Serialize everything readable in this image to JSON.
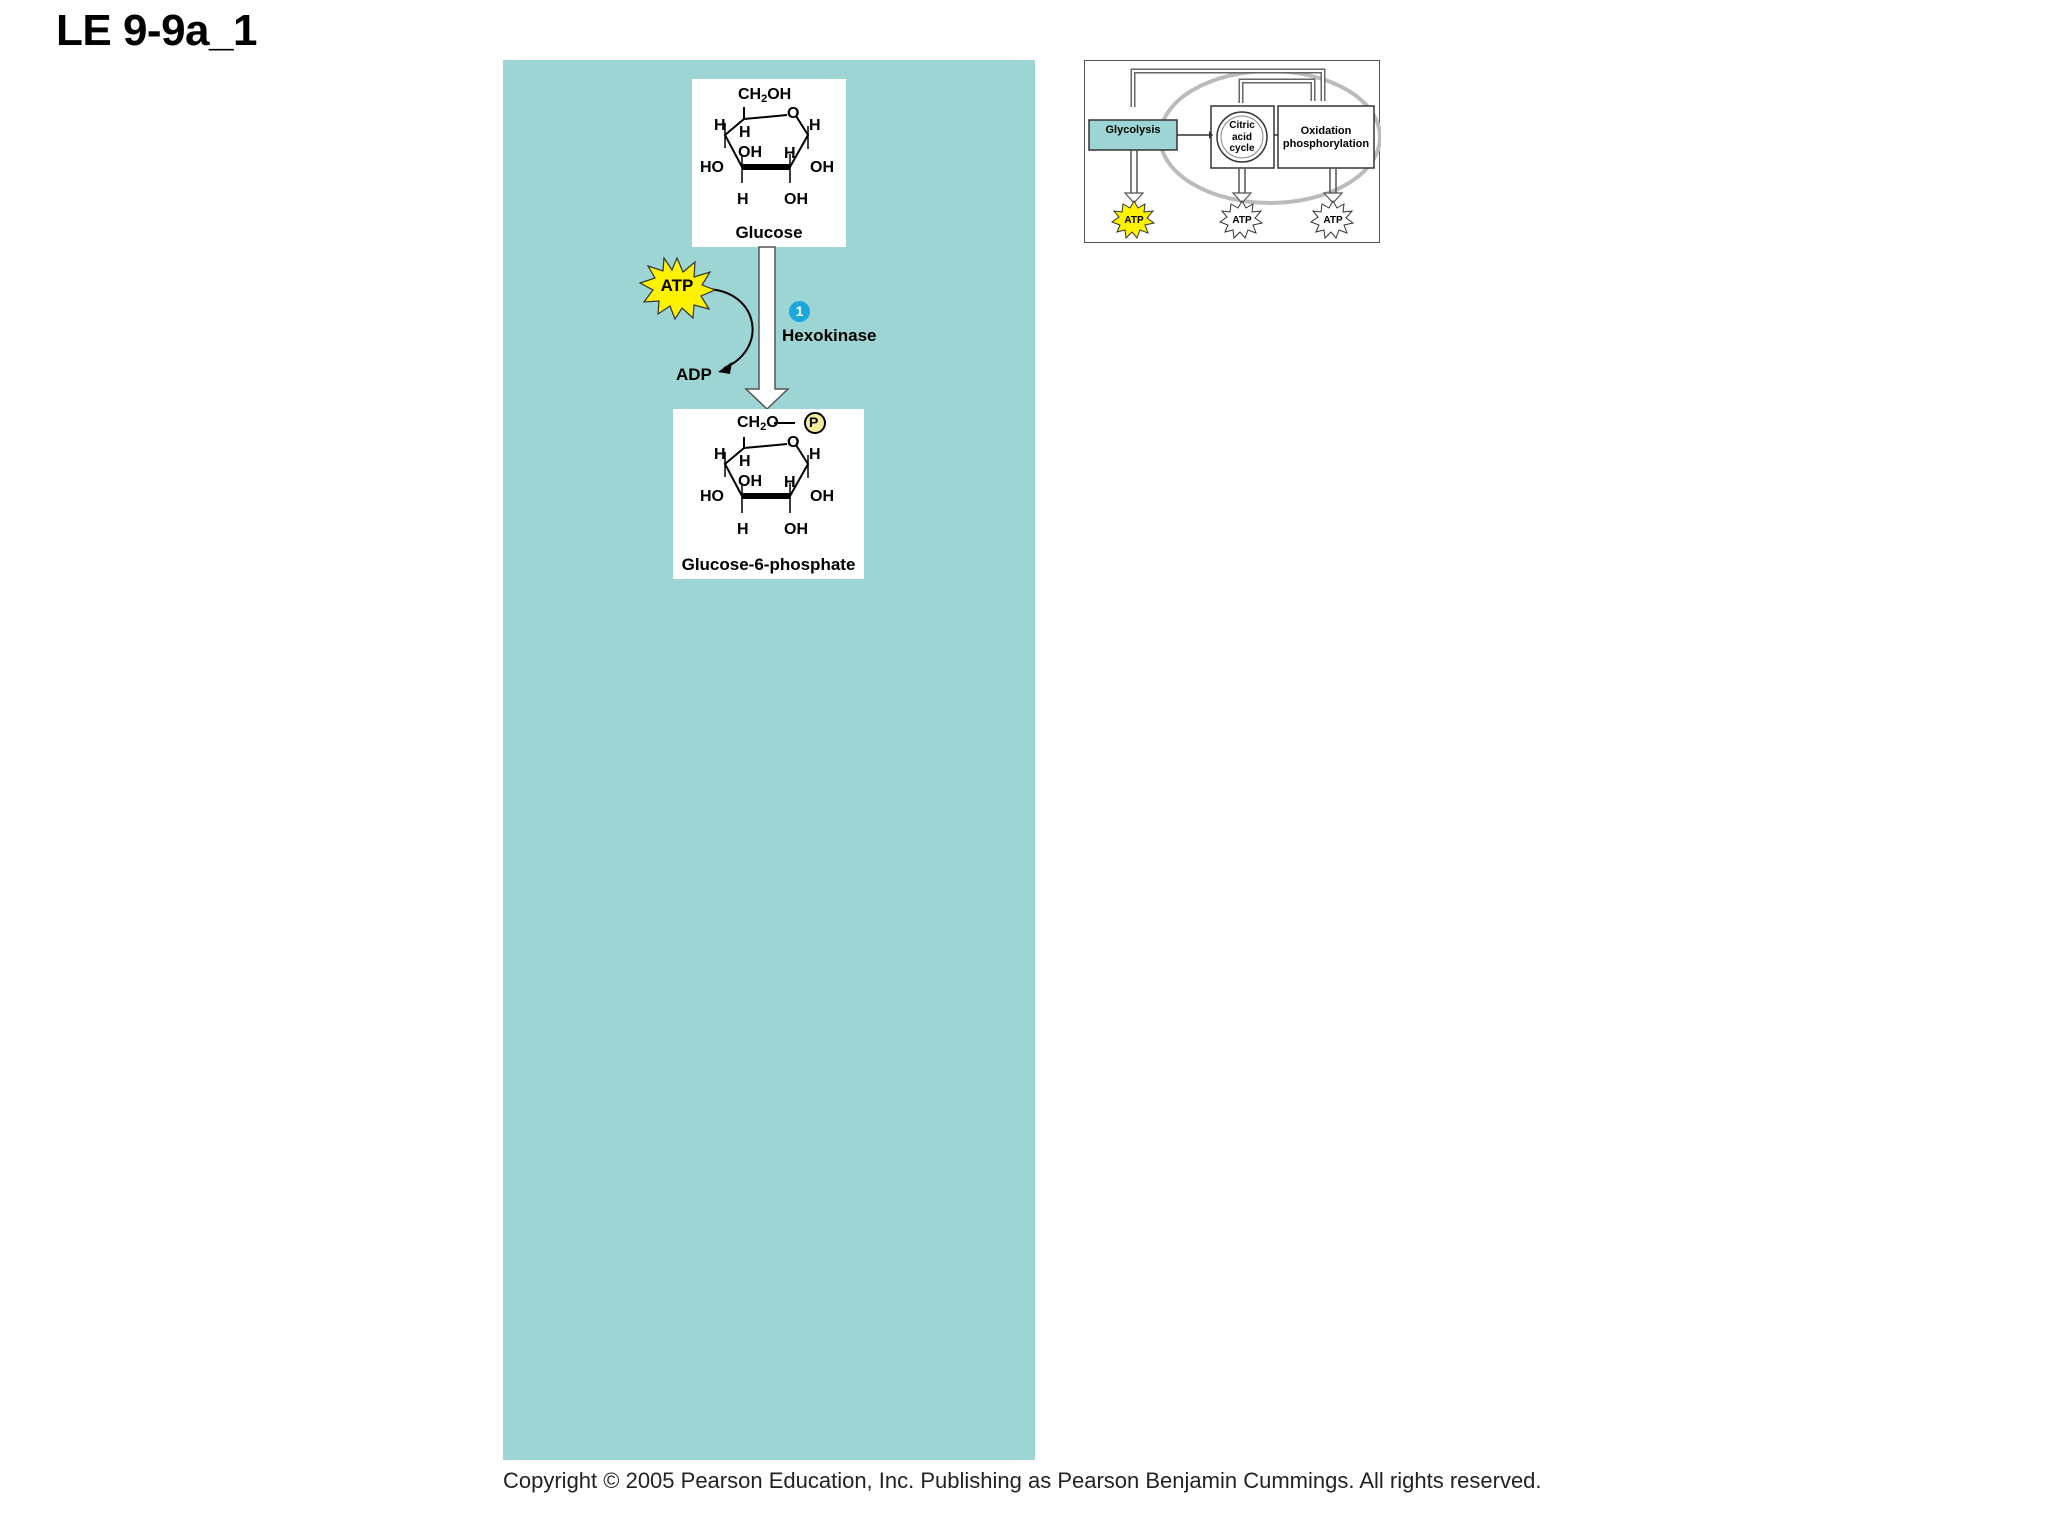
{
  "slide": {
    "title": "LE 9-9a_1"
  },
  "pathway": {
    "substrate": {
      "name": "Glucose",
      "top_group": "CH",
      "top_group_sub": "2",
      "top_group_tail": "OH"
    },
    "product": {
      "name": "Glucose-6-phosphate",
      "top_group": "CH",
      "top_group_sub": "2",
      "top_group_tail": "O",
      "phosphate": "P"
    },
    "ring_labels": {
      "H": "H",
      "OH": "OH",
      "HO": "HO",
      "O": "O"
    },
    "step": {
      "number": "1",
      "enzyme": "Hexokinase"
    },
    "energy_in": "ATP",
    "energy_out": "ADP"
  },
  "overview": {
    "glycolysis": "Glycolysis",
    "citric_acid_cycle": [
      "Citric",
      "acid",
      "cycle"
    ],
    "oxidation": [
      "Oxidation",
      "phosphorylation"
    ],
    "atp": "ATP"
  },
  "colors": {
    "panel": "#9cd5d3",
    "atp_star": "#fff200",
    "step_badge": "#1ba9dd",
    "phosphate": "#f4ee9b"
  },
  "copyright": "Copyright © 2005 Pearson Education, Inc. Publishing as Pearson Benjamin Cummings. All rights reserved."
}
